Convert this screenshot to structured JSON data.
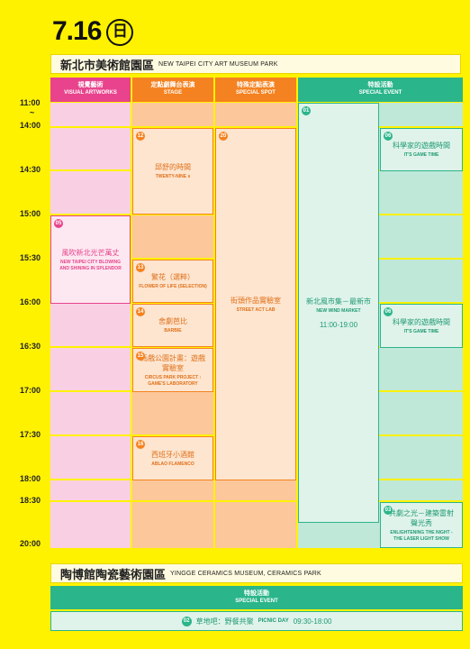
{
  "date": {
    "text": "7.16",
    "weekday": "日"
  },
  "venue1": {
    "name_zh": "新北市美術館園區",
    "name_en": "NEW TAIPEI CITY ART MUSEUM PARK"
  },
  "columns": [
    {
      "zh": "視覺藝術",
      "en": "VISUAL ARTWORKS",
      "color": "#e8438c"
    },
    {
      "zh": "定點劇舞台表演",
      "en": "STAGE",
      "color": "#f58220"
    },
    {
      "zh": "特殊定點表演",
      "en": "SPECIAL SPOT",
      "color": "#f58220"
    },
    {
      "zh": "特設活動",
      "en": "SPECIAL EVENT",
      "color": "#2bb58a"
    }
  ],
  "times": [
    "11:00",
    "~",
    "14:00",
    "14:30",
    "15:00",
    "15:30",
    "16:00",
    "16:30",
    "17:00",
    "17:30",
    "18:00",
    "18:30",
    "20:00"
  ],
  "events": {
    "e05": {
      "num": "05",
      "zh": "風吹新北光芒萬丈",
      "en": "NEW TAIPEI CITY BLOWING AND SHINING IN SPLENDOR"
    },
    "e12": {
      "num": "12",
      "zh": "邱舒的時間",
      "en": "TWENTY-NINE s"
    },
    "e13": {
      "num": "13",
      "zh": "繁花（選粹）",
      "en": "FLOWER OF LIFE (SELECTION)"
    },
    "e14": {
      "num": "14",
      "zh": "舍劇芭比",
      "en": "BARBIE"
    },
    "e15": {
      "num": "15",
      "zh": "馬戲公園計畫：遊戲實驗室",
      "en": "CIRCUS PARK PROJECT : GAME'S LABORATORY"
    },
    "e16": {
      "num": "16",
      "zh": "西班牙小酒館",
      "en": "ABLAO FLAMENCO"
    },
    "e20": {
      "num": "20",
      "zh": "街頭作品實驗室",
      "en": "STREET ACT LAB"
    },
    "e01": {
      "num": "01",
      "zh": "新北風市集－最新市",
      "en": "NEW WIND MARKET",
      "time": "11:00-19:00"
    },
    "e06a": {
      "num": "06",
      "zh": "科學家的遊戲時間",
      "en": "IT'S GAME TIME"
    },
    "e06b": {
      "num": "06",
      "zh": "科學家的遊戲時間",
      "en": "IT'S GAME TIME"
    },
    "e03": {
      "num": "03",
      "zh": "共劇之光－建築雷射聲光秀",
      "en": "ENLIGHTENING THE NIGHT - THE LASER LIGHT SHOW"
    }
  },
  "venue2": {
    "name_zh": "陶博館陶瓷藝術園區",
    "name_en": "YINGGE CERAMICS MUSEUM, CERAMICS PARK"
  },
  "special2": {
    "zh": "特設活動",
    "en": "SPECIAL EVENT"
  },
  "picnic": {
    "num": "02",
    "zh": "草地吧：野餐共聚",
    "en": "PICNIC DAY",
    "time": "09:30-18:00"
  }
}
